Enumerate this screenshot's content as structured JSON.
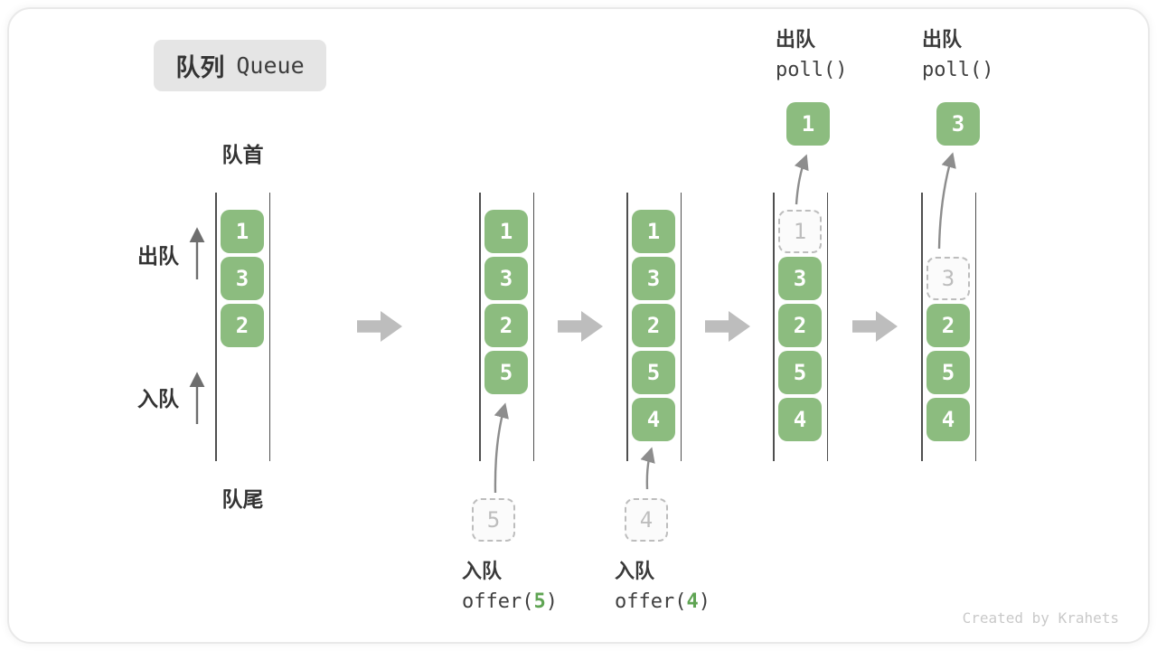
{
  "title": {
    "zh": "队列",
    "en": "Queue"
  },
  "labels": {
    "front": "队首",
    "rear": "队尾",
    "dequeue": "出队",
    "enqueue": "入队"
  },
  "states": [
    {
      "cells": [
        {
          "v": "1"
        },
        {
          "v": "3"
        },
        {
          "v": "2"
        }
      ]
    },
    {
      "cells": [
        {
          "v": "1"
        },
        {
          "v": "3"
        },
        {
          "v": "2"
        },
        {
          "v": "5"
        }
      ]
    },
    {
      "cells": [
        {
          "v": "1"
        },
        {
          "v": "3"
        },
        {
          "v": "2"
        },
        {
          "v": "5"
        },
        {
          "v": "4"
        }
      ]
    },
    {
      "cells": [
        {
          "v": "1",
          "ghost": true
        },
        {
          "v": "3"
        },
        {
          "v": "2"
        },
        {
          "v": "5"
        },
        {
          "v": "4"
        }
      ]
    },
    {
      "cells": [
        {
          "v": "3",
          "ghost": true
        },
        {
          "v": "2"
        },
        {
          "v": "5"
        },
        {
          "v": "4"
        }
      ]
    }
  ],
  "operations": {
    "offer5": {
      "label": "入队",
      "code_prefix": "offer(",
      "arg": "5",
      "code_suffix": ")",
      "staged_value": "5"
    },
    "offer4": {
      "label": "入队",
      "code_prefix": "offer(",
      "arg": "4",
      "code_suffix": ")",
      "staged_value": "4"
    },
    "poll1": {
      "label": "出队",
      "code": "poll()",
      "polled_value": "1"
    },
    "poll3": {
      "label": "出队",
      "code": "poll()",
      "polled_value": "3"
    }
  },
  "watermark": "Created by Krahets",
  "colors": {
    "box_green": "#8CBC7F",
    "arg_green": "#5FA453",
    "ghost_gray": "#BDBDBD",
    "line_dark": "#4F4F4F",
    "block_arrow_gray": "#BDBDBD",
    "label_dark": "#3A3A3A",
    "title_box_bg": "#E5E5E5",
    "watermark_gray": "#C9C9C9"
  }
}
